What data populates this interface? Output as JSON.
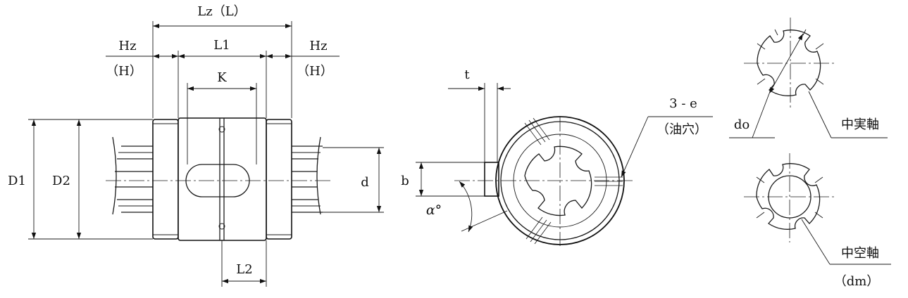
{
  "labels": {
    "lz_l": "Lz（L）",
    "hz_left": "Hz",
    "h_left": "（H）",
    "l1": "L1",
    "hz_right": "Hz",
    "h_right": "（H）",
    "k": "K",
    "d1": "D1",
    "d2": "D2",
    "d": "d",
    "l2": "L2",
    "t": "t",
    "b": "b",
    "alpha": "α°",
    "oil_hole_count": "3 - e",
    "oil_hole_note": "（油穴）",
    "do": "do",
    "solid_shaft": "中実軸",
    "hollow_shaft": "中空軸",
    "dm": "（dm）"
  }
}
